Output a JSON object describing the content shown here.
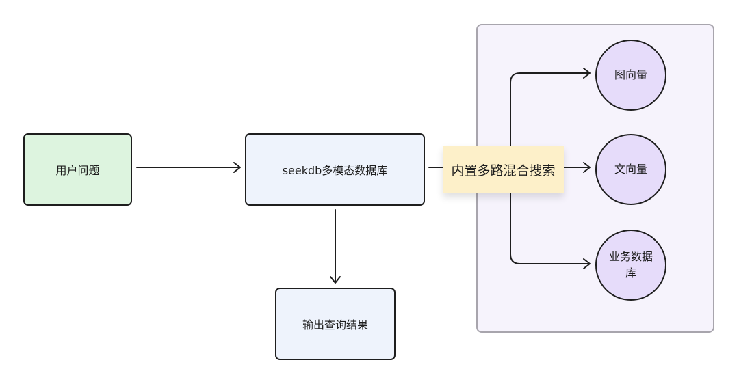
{
  "nodes": {
    "question": "用户问题",
    "db": "seekdb多模态数据库",
    "output": "输出查询结果",
    "graph_vector": "图向量",
    "text_vector": "文向量",
    "business_db": "业务数据库"
  },
  "edge_labels": {
    "hybrid_search": "内置多路混合搜索"
  },
  "colors": {
    "stroke": "#1e1e1e",
    "question_fill": "#ddf4df",
    "db_fill": "#eef3fc",
    "circle_fill": "#e6dcfa",
    "panel_fill": "#f6f3fc",
    "label_fill": "#fdf0c9"
  }
}
